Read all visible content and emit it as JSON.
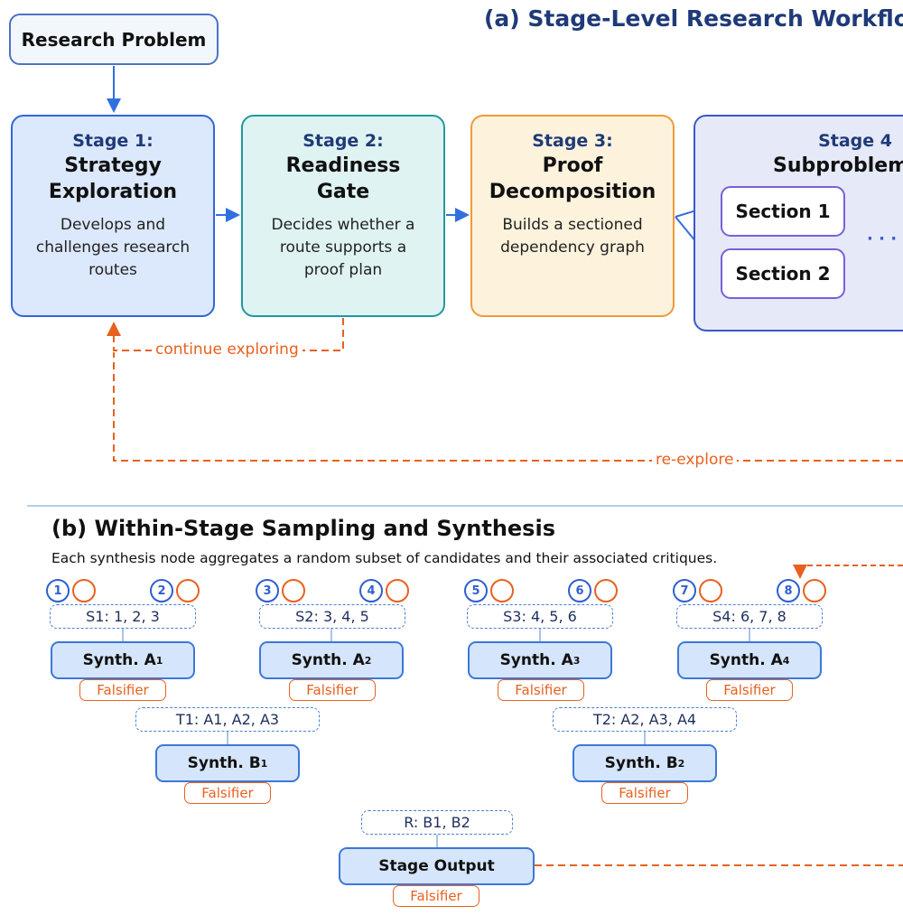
{
  "panel_a": {
    "title": "(a) Stage-Level Research Workflow",
    "problem": "Research Problem",
    "stages": [
      {
        "num": "Stage 1:",
        "name_l1": "Strategy",
        "name_l2": "Exploration",
        "desc_l1": "Develops and",
        "desc_l2": "challenges research",
        "desc_l3": "routes"
      },
      {
        "num": "Stage 2:",
        "name_l1": "Readiness",
        "name_l2": "Gate",
        "desc_l1": "Decides whether a",
        "desc_l2": "route supports a",
        "desc_l3": "proof plan"
      },
      {
        "num": "Stage 3:",
        "name_l1": "Proof",
        "name_l2": "Decomposition",
        "desc_l1": "Builds a sectioned",
        "desc_l2": "dependency graph",
        "desc_l3": ""
      },
      {
        "num": "Stage 4",
        "name_l1": "Subproblem"
      }
    ],
    "sections": [
      "Section 1",
      "Section 2"
    ],
    "loop_continue": "continue exploring",
    "loop_reexplore": "re-explore",
    "ellipsis": "· · ·"
  },
  "panel_b": {
    "title": "(b) Within-Stage Sampling and Synthesis",
    "subtitle": "Each synthesis node aggregates a random subset of candidates and their associated critiques.",
    "candidates": [
      "1",
      "2",
      "3",
      "4",
      "5",
      "6",
      "7",
      "8"
    ],
    "level1_sets": [
      "S1: 1, 2, 3",
      "S2: 3, 4, 5",
      "S3: 4, 5, 6",
      "S4: 6, 7, 8"
    ],
    "level1_synth": [
      "Synth. A",
      "Synth. A",
      "Synth. A",
      "Synth. A"
    ],
    "level1_sub": [
      "1",
      "2",
      "3",
      "4"
    ],
    "level2_sets": [
      "T1: A1, A2, A3",
      "T2: A2, A3, A4"
    ],
    "level2_synth": [
      "Synth. B",
      "Synth. B"
    ],
    "level2_sub": [
      "1",
      "2"
    ],
    "root_set": "R: B1, B2",
    "root_output": "Stage Output",
    "falsifier": "Falsifier"
  },
  "colors": {
    "blue": "#2f6fe0",
    "orange": "#e8611e",
    "navy": "#1f3a78"
  }
}
